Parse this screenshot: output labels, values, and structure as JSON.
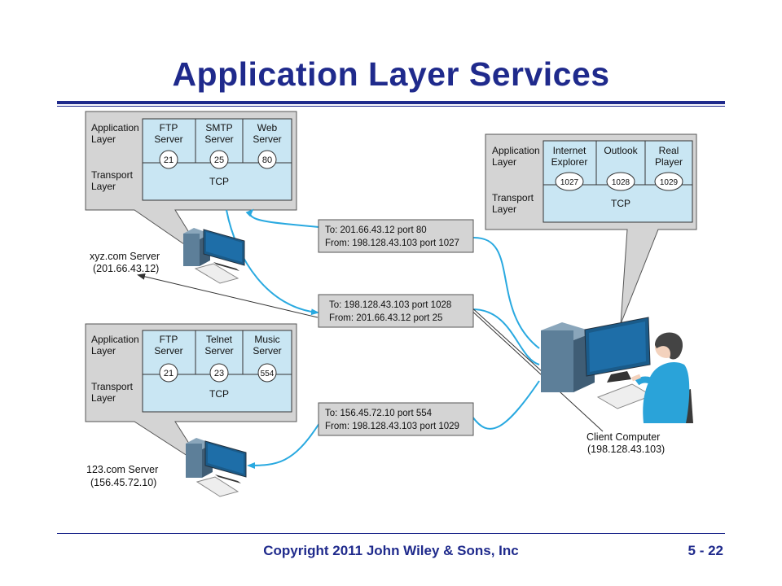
{
  "slide": {
    "title": "Application Layer Services",
    "footer": "Copyright 2011 John Wiley & Sons, Inc",
    "page": "5 - 22"
  },
  "colors": {
    "title": "#1f2a8c",
    "box_fill": "#c9e6f3",
    "callout_fill": "#d4d4d4",
    "arrow": "#29a9e0",
    "monitor": "#1a5b8a",
    "case": "#5d7f99"
  },
  "diagram": {
    "xyz_server": {
      "label_line1": "xyz.com Server",
      "label_line2": "(201.66.43.12)",
      "application_layer_line1": "Application",
      "application_layer_line2": "Layer",
      "transport_layer_line1": "Transport",
      "transport_layer_line2": "Layer",
      "apps": [
        {
          "line1": "FTP",
          "line2": "Server",
          "port": "21"
        },
        {
          "line1": "SMTP",
          "line2": "Server",
          "port": "25"
        },
        {
          "line1": "Web",
          "line2": "Server",
          "port": "80"
        }
      ],
      "transport": "TCP"
    },
    "com123_server": {
      "label_line1": "123.com Server",
      "label_line2": "(156.45.72.10)",
      "application_layer_line1": "Application",
      "application_layer_line2": "Layer",
      "transport_layer_line1": "Transport",
      "transport_layer_line2": "Layer",
      "apps": [
        {
          "line1": "FTP",
          "line2": "Server",
          "port": "21"
        },
        {
          "line1": "Telnet",
          "line2": "Server",
          "port": "23"
        },
        {
          "line1": "Music",
          "line2": "Server",
          "port": "554"
        }
      ],
      "transport": "TCP"
    },
    "client": {
      "label_line1": "Client Computer",
      "label_line2": "(198.128.43.103)",
      "application_layer_line1": "Application",
      "application_layer_line2": "Layer",
      "transport_layer_line1": "Transport",
      "transport_layer_line2": "Layer",
      "apps": [
        {
          "line1": "Internet",
          "line2": "Explorer",
          "port": "1027"
        },
        {
          "line1": "Outlook",
          "line2": "",
          "port": "1028"
        },
        {
          "line1": "Real",
          "line2": "Player",
          "port": "1029"
        }
      ],
      "transport": "TCP"
    },
    "messages": [
      {
        "to": "To: 201.66.43.12 port 80",
        "from": "From: 198.128.43.103 port 1027"
      },
      {
        "to": "To: 198.128.43.103 port 1028",
        "from": "From: 201.66.43.12 port 25"
      },
      {
        "to": "To: 156.45.72.10 port 554",
        "from": "From: 198.128.43.103 port 1029"
      }
    ]
  }
}
